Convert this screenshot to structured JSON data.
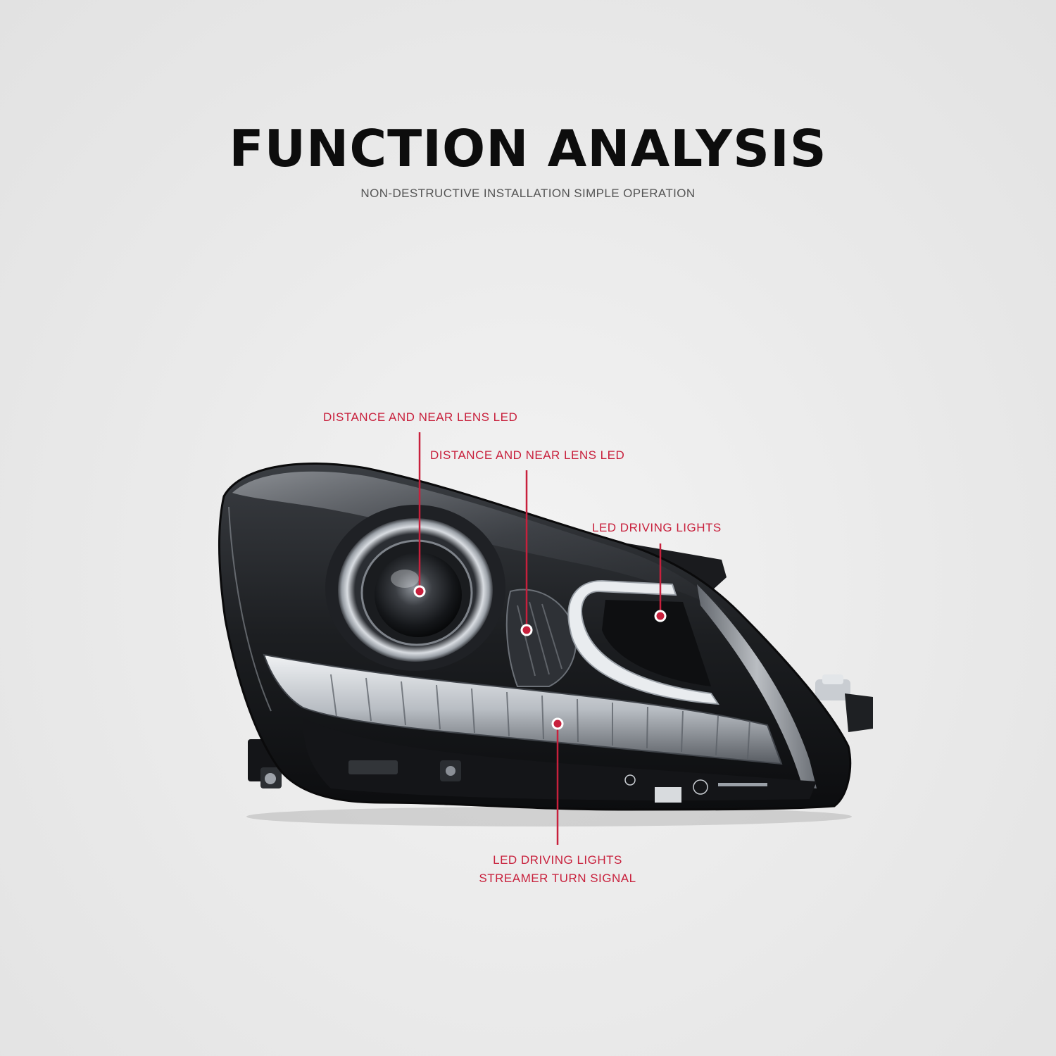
{
  "header": {
    "title": "FUNCTION ANALYSIS",
    "subtitle": "NON-DESTRUCTIVE INSTALLATION SIMPLE OPERATION"
  },
  "callouts": {
    "lens_led_1": "DISTANCE AND NEAR LENS LED",
    "lens_led_2": "DISTANCE AND NEAR LENS LED",
    "drl_upper": "LED DRIVING LIGHTS",
    "drl_lower_line1": "LED DRIVING LIGHTS",
    "drl_lower_line2": "STREAMER TURN SIGNAL"
  },
  "colors": {
    "accent": "#c8203c",
    "title": "#0d0d0d",
    "subtitle": "#555555"
  },
  "icons": {
    "product": "headlight-assembly-image"
  }
}
